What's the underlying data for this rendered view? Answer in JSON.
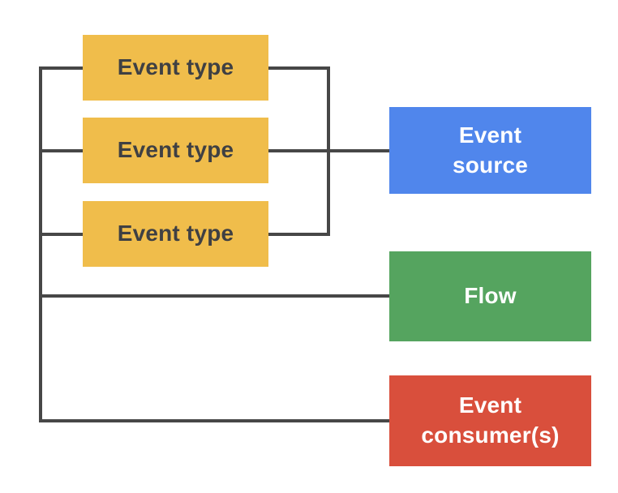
{
  "canvas": {
    "background": "#ffffff"
  },
  "colors": {
    "connector": "#474747",
    "yellow": "#F0BD4B",
    "blue": "#5086EC",
    "green": "#55A45F",
    "red": "#D94F3C",
    "dark_text": "#3F4043",
    "light_text": "#FFFFFF"
  },
  "nodes": {
    "event_type_1": {
      "label": "Event type",
      "fill": "#F0BD4B",
      "text_color": "#3F4043"
    },
    "event_type_2": {
      "label": "Event type",
      "fill": "#F0BD4B",
      "text_color": "#3F4043"
    },
    "event_type_3": {
      "label": "Event type",
      "fill": "#F0BD4B",
      "text_color": "#3F4043"
    },
    "event_source": {
      "lines": [
        "Event",
        "source"
      ],
      "fill": "#5086EC",
      "text_color": "#FFFFFF"
    },
    "flow": {
      "lines": [
        "Flow"
      ],
      "fill": "#55A45F",
      "text_color": "#FFFFFF"
    },
    "event_consumers": {
      "lines": [
        "Event",
        "consumer(s)"
      ],
      "fill": "#D94F3C",
      "text_color": "#FFFFFF"
    }
  },
  "connections": {
    "event_types_to_event_source": "Event type (x3) -> Event source",
    "left_bus_to_flow": "Event types bus -> Flow",
    "left_bus_to_event_consumers": "Event types bus -> Event consumer(s)"
  }
}
